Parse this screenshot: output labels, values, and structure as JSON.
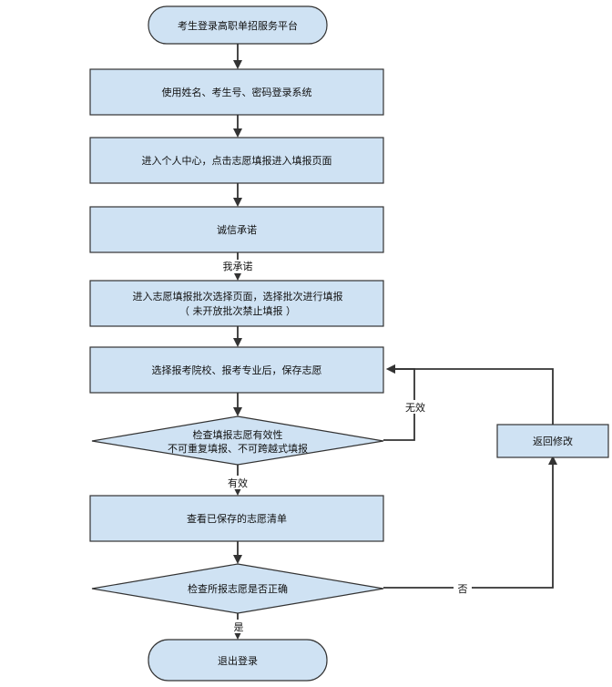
{
  "colors": {
    "fill": "#cfe2f3",
    "stroke": "#333333",
    "arrow": "#333333",
    "background": "#ffffff"
  },
  "nodes": {
    "start": "考生登录高职单招服务平台",
    "login": "使用姓名、考生号、密码登录系统",
    "personal_center": "进入个人中心，点击志愿填报进入填报页面",
    "integrity": "诚信承诺",
    "batch_1": "进入志愿填报批次选择页面，选择批次进行填报",
    "batch_2": "（ 未开放批次禁止填报 ）",
    "select": "选择报考院校、报考专业后，保存志愿",
    "check_valid_1": "检查填报志愿有效性",
    "check_valid_2": "不可重复填报、不可跨越式填报",
    "view_list": "查看已保存的志愿清单",
    "check_correct": "检查所报志愿是否正确",
    "back_modify": "返回修改",
    "logout": "退出登录"
  },
  "edges": {
    "promise": "我承诺",
    "invalid": "无效",
    "valid": "有效",
    "no": "否",
    "yes": "是"
  }
}
